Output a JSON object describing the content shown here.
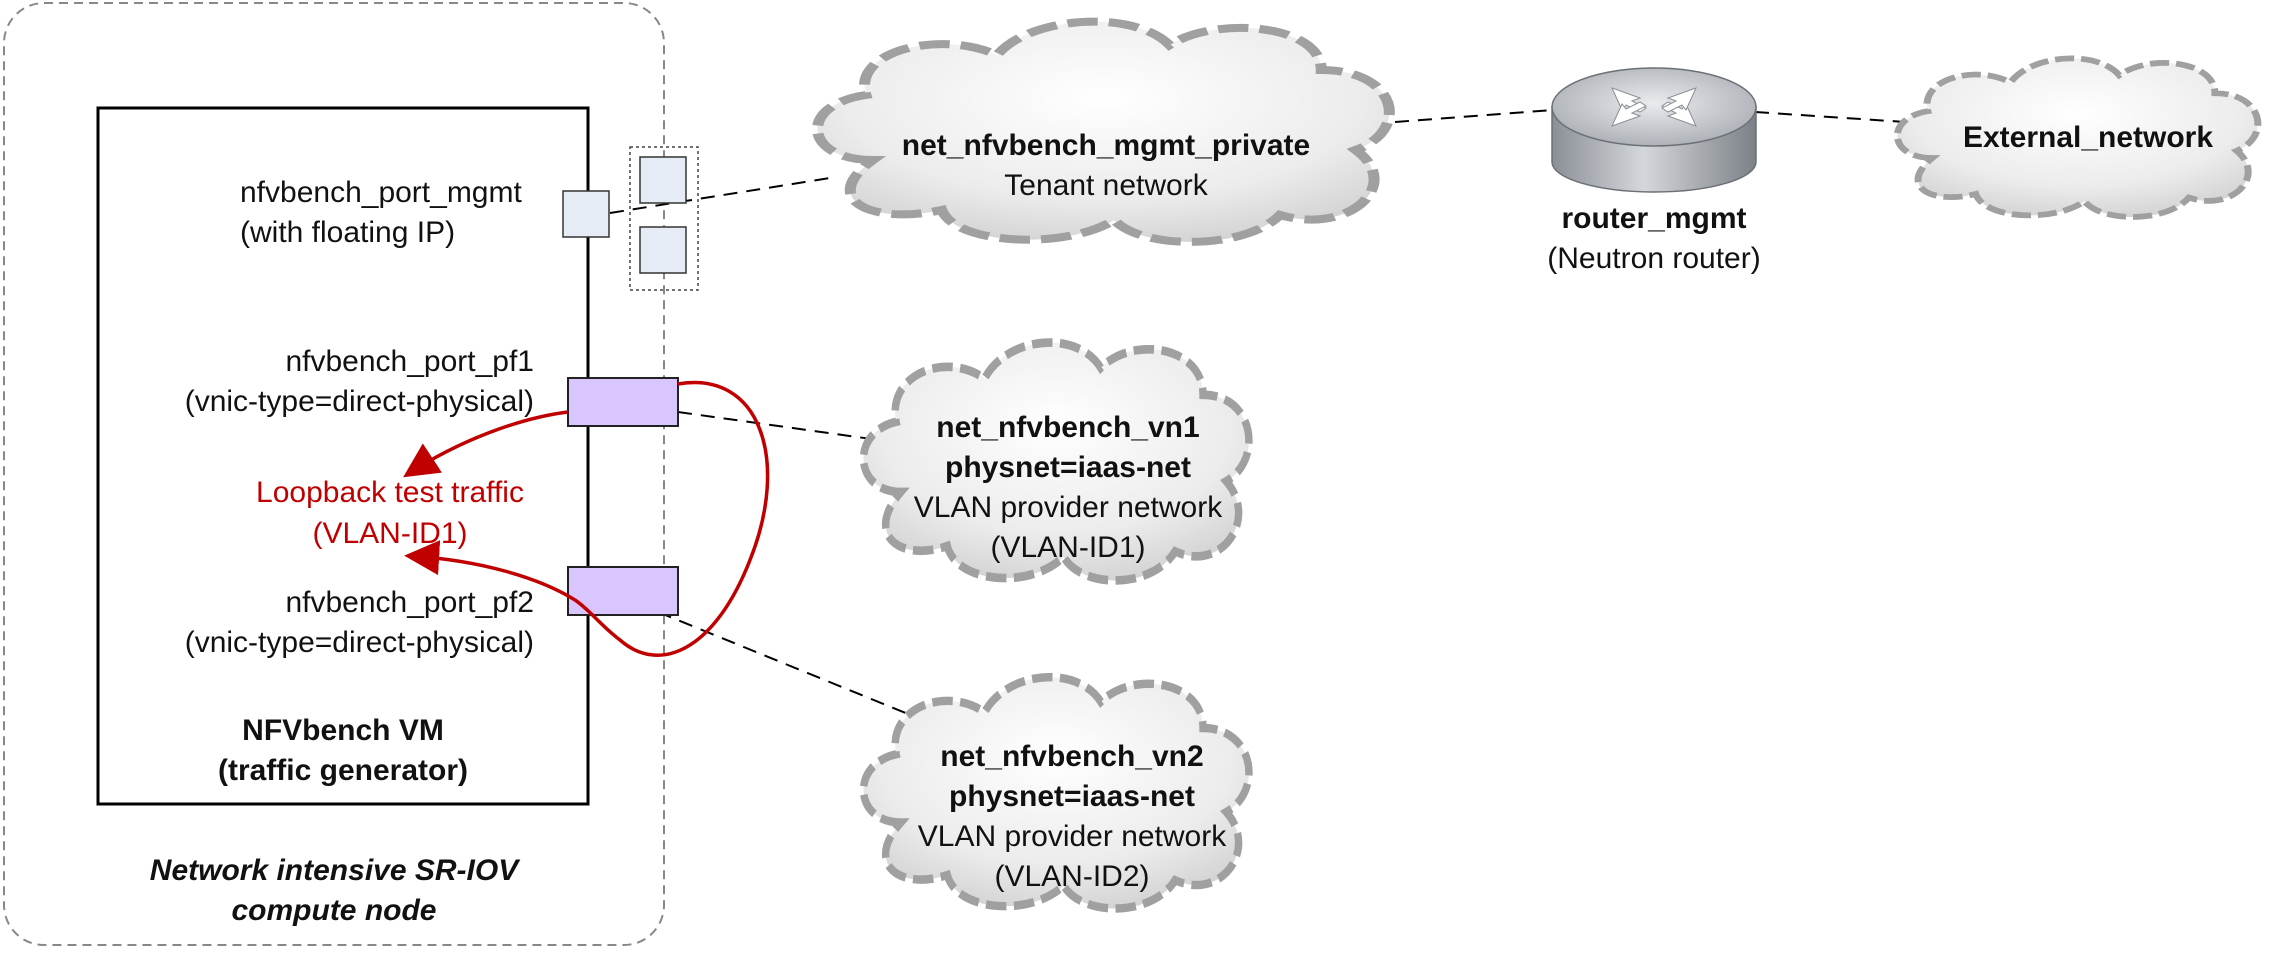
{
  "compute_node": {
    "caption_line1": "Network intensive SR-IOV",
    "caption_line2": "compute node"
  },
  "vm": {
    "title_line1": "NFVbench VM",
    "title_line2": "(traffic generator)"
  },
  "ports": {
    "mgmt": {
      "name": "nfvbench_port_mgmt",
      "detail": "(with floating IP)"
    },
    "pf1": {
      "name": "nfvbench_port_pf1",
      "detail": "(vnic-type=direct-physical)"
    },
    "pf2": {
      "name": "nfvbench_port_pf2",
      "detail": "(vnic-type=direct-physical)"
    }
  },
  "loopback": {
    "line1": "Loopback test traffic",
    "line2": "(VLAN-ID1)"
  },
  "networks": {
    "mgmt_private": {
      "name": "net_nfvbench_mgmt_private",
      "type": "Tenant network"
    },
    "vn1": {
      "name": "net_nfvbench_vn1",
      "physnet": "physnet=iaas-net",
      "type": "VLAN provider network",
      "vlan": "(VLAN-ID1)"
    },
    "vn2": {
      "name": "net_nfvbench_vn2",
      "physnet": "physnet=iaas-net",
      "type": "VLAN provider network",
      "vlan": "(VLAN-ID2)"
    },
    "external": {
      "name": "External_network"
    }
  },
  "router": {
    "name": "router_mgmt",
    "detail": "(Neutron router)"
  },
  "colors": {
    "loopback_arrow": "#c00000",
    "sriov_port_fill": "#d9c6ff",
    "mgmt_port_fill": "#e6ecf6",
    "cloud_fill": "#eeeeee",
    "cloud_dash": "#a0a0a0"
  }
}
